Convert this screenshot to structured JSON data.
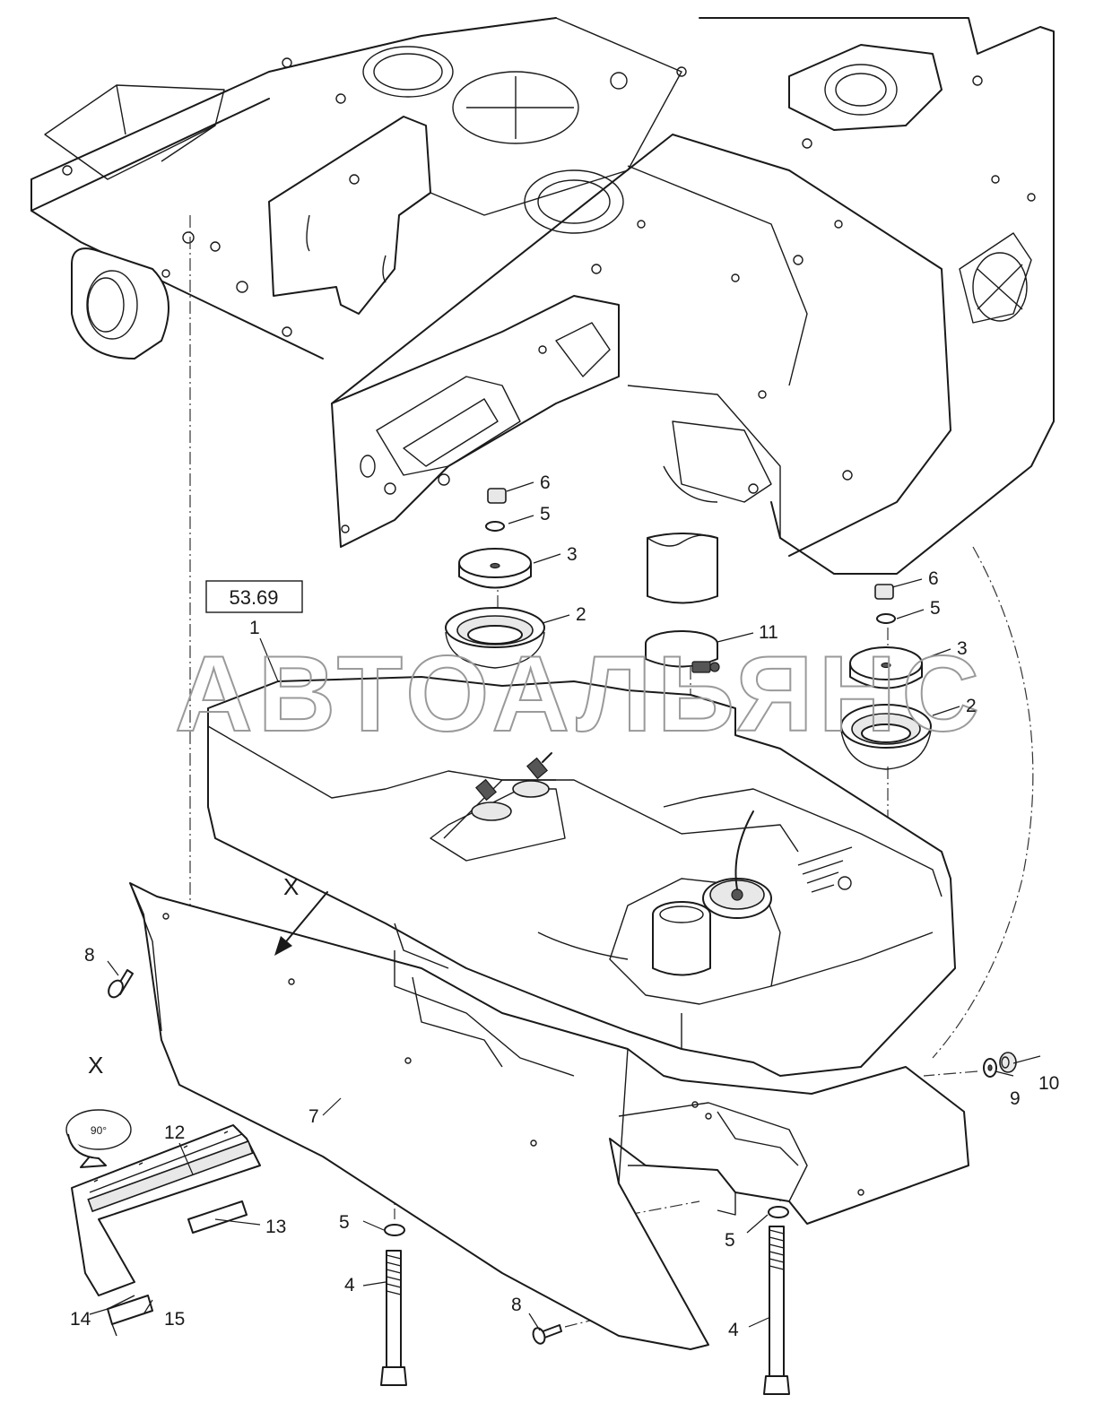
{
  "watermark": "АВТОАЛЬЯНС",
  "reference_box": "53.69",
  "view_marker": "X",
  "rotation": "90°",
  "callouts": {
    "c1": "1",
    "c2a": "2",
    "c2b": "2",
    "c3a": "3",
    "c3b": "3",
    "c4a": "4",
    "c4b": "4",
    "c5a": "5",
    "c5b": "5",
    "c5c": "5",
    "c5d": "5",
    "c6a": "6",
    "c6b": "6",
    "c7": "7",
    "c8a": "8",
    "c8b": "8",
    "c9": "9",
    "c10": "10",
    "c11": "11",
    "c12": "12",
    "c13": "13",
    "c14": "14",
    "c15": "15"
  }
}
